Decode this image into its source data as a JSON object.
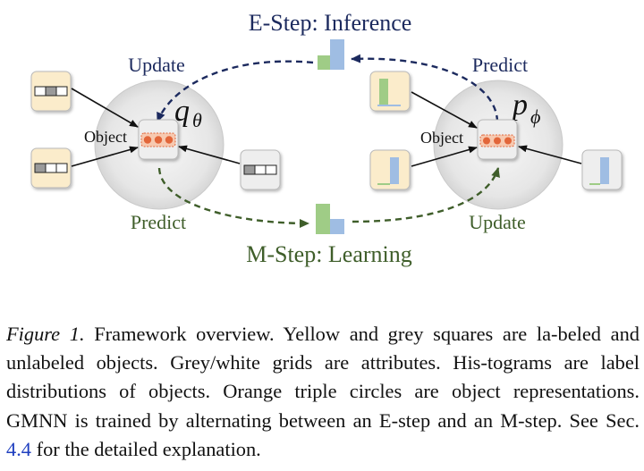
{
  "figure": {
    "e_step_title": "E-Step: Inference",
    "m_step_title": "M-Step: Learning",
    "left": {
      "top_label": "Update",
      "bottom_label": "Predict",
      "object_label": "Object",
      "model_symbol": "q",
      "model_subscript": "θ"
    },
    "right": {
      "top_label": "Predict",
      "bottom_label": "Update",
      "object_label": "Object",
      "model_symbol": "p",
      "model_subscript": "ϕ"
    },
    "colors": {
      "e_step": "#1c2a5e",
      "m_step": "#3f5e2a",
      "labeled_fill": "#fbeccb",
      "unlabeled_fill": "#eeeeee",
      "orange": "#e2663a",
      "green_bar": "#9fcc86",
      "blue_bar": "#9fbde3"
    }
  },
  "caption": {
    "label": "Figure 1.",
    "text_1": "Framework overview.  Yellow and grey squares are la-beled and unlabeled objects. Grey/white grids are attributes. His-tograms are label distributions of objects. Orange triple circles are object representations. GMNN is trained by alternating between an E-step and an M-step. See Sec.",
    "ref": "4.4",
    "text_2": "for the detailed explanation."
  }
}
